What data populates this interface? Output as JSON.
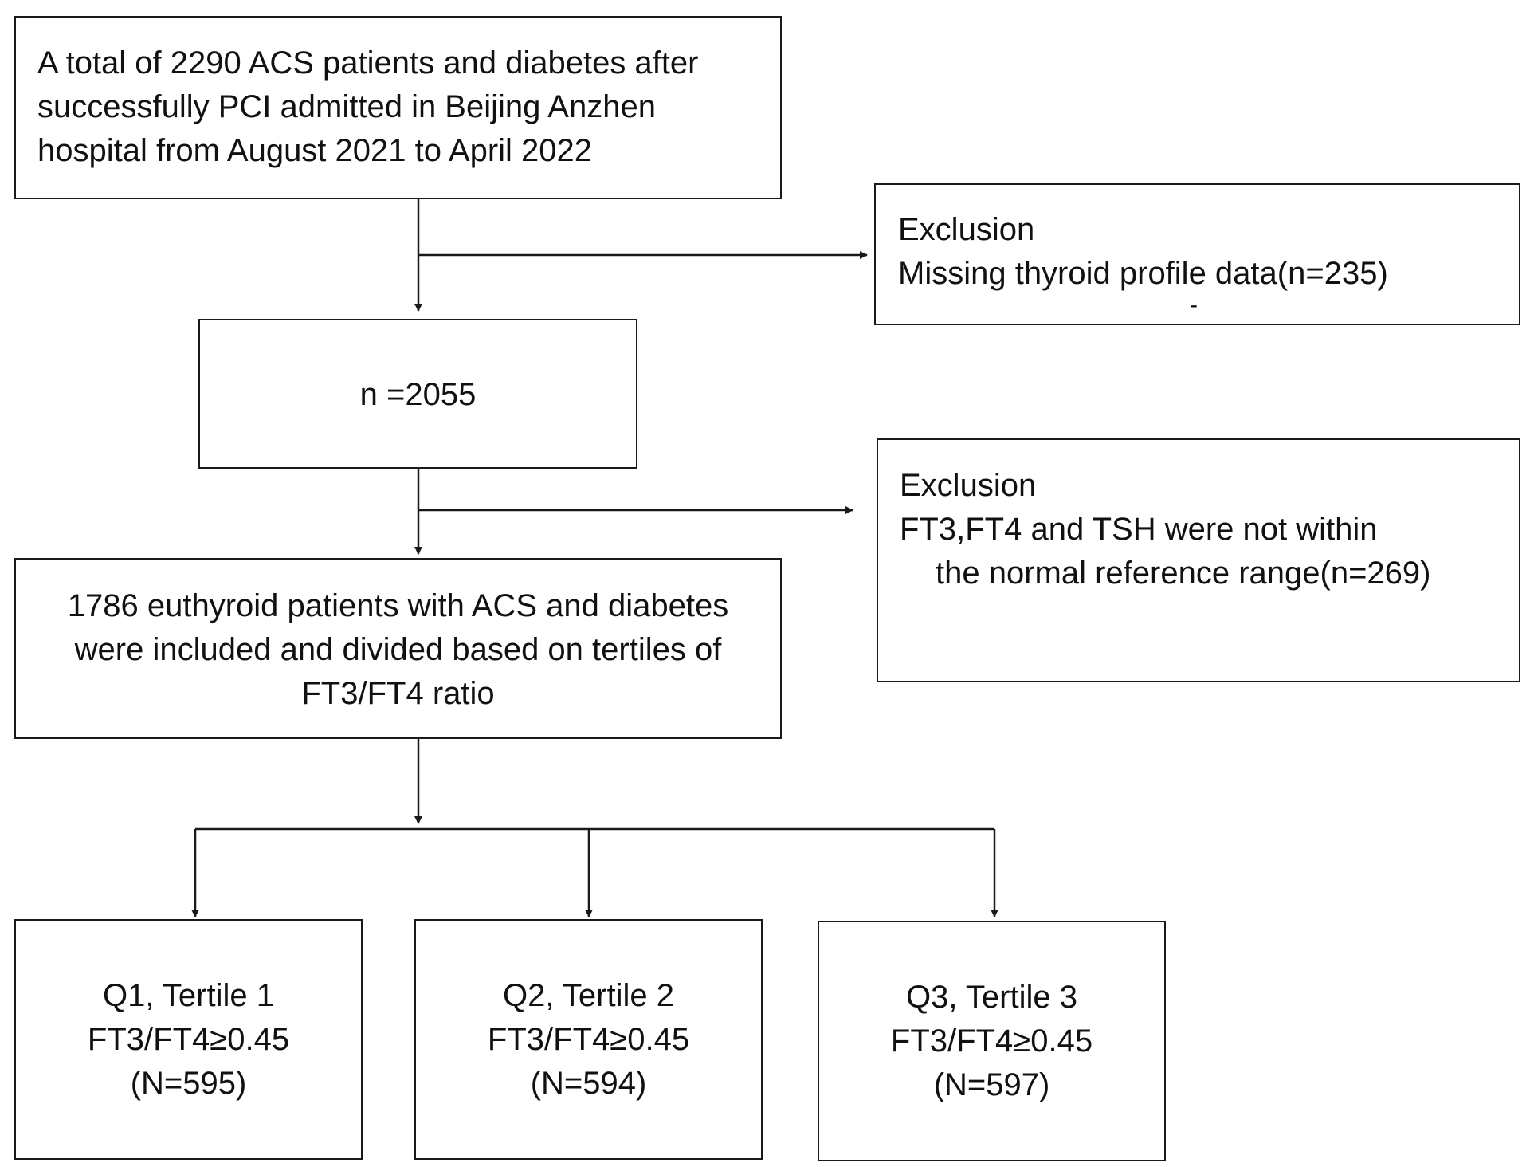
{
  "flowchart": {
    "start": {
      "lines": [
        "A total of 2290 ACS patients and diabetes after",
        "successfully PCI admitted in Beijing Anzhen",
        "hospital from August 2021 to April 2022"
      ]
    },
    "exclusion1": {
      "title": "Exclusion",
      "detail": "Missing thyroid profile data(n=235)",
      "mark": "-"
    },
    "step2": {
      "label": "n =2055"
    },
    "exclusion2": {
      "title": "Exclusion",
      "line1": "FT3,FT4 and TSH were not within",
      "line2": "the normal reference range(n=269)"
    },
    "included": {
      "lines": [
        "1786 euthyroid  patients with ACS and diabetes",
        "were included and divided based on tertiles of",
        "FT3/FT4 ratio"
      ]
    },
    "groups": [
      {
        "title": "Q1, Tertile 1",
        "ratio": "FT3/FT4≥0.45",
        "n": "(N=595)"
      },
      {
        "title": "Q2, Tertile 2",
        "ratio": "FT3/FT4≥0.45",
        "n": "(N=594)"
      },
      {
        "title": "Q3, Tertile 3",
        "ratio": "FT3/FT4≥0.45",
        "n": "(N=597)"
      }
    ]
  }
}
